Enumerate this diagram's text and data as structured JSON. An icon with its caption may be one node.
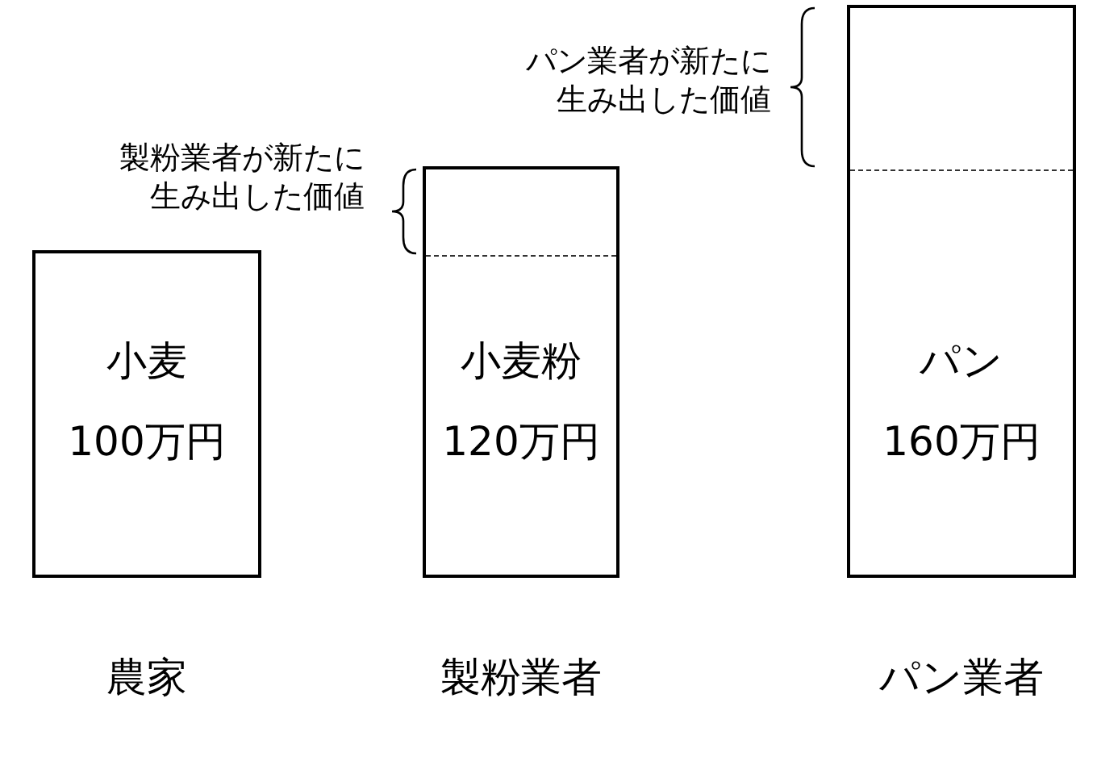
{
  "diagram": {
    "nodes": [
      {
        "text": [
          "小麦",
          "100万円"
        ],
        "beside": [
          "農家"
        ]
      },
      {
        "text": [
          "小麦粉",
          "120万円"
        ],
        "beside": [
          "製粉業者"
        ]
      },
      {
        "text": [
          "パン",
          "160万円"
        ],
        "beside": [
          "パン業者"
        ]
      }
    ],
    "edges": [],
    "labels": [
      "パン業者が新たに生み出した価値",
      "製粉業者が新たに生み出した価値"
    ]
  }
}
